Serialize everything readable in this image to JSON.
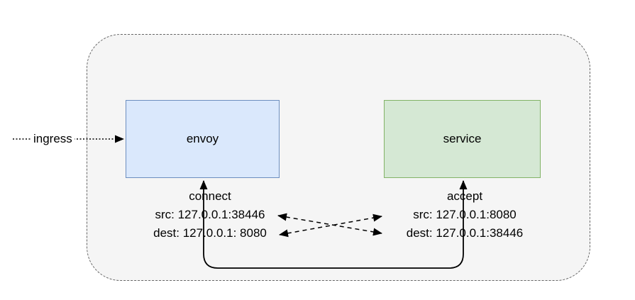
{
  "ingress": {
    "label": "ingress"
  },
  "nodes": {
    "envoy": {
      "label": "envoy",
      "fill": "#dae8fc",
      "border": "#6c8ebf"
    },
    "service": {
      "label": "service",
      "fill": "#d5e8d4",
      "border": "#82b366"
    }
  },
  "annotations": {
    "connect": {
      "title": "connect",
      "src": "src: 127.0.0.1:38446",
      "dest": "dest: 127.0.0.1: 8080"
    },
    "accept": {
      "title": "accept",
      "src": "src: 127.0.0.1:8080",
      "dest": "dest: 127.0.0.1:38446"
    }
  },
  "colors": {
    "background": "#ffffff",
    "boundary_fill": "#f5f5f5",
    "boundary_border": "#666666",
    "arrow": "#000000"
  }
}
